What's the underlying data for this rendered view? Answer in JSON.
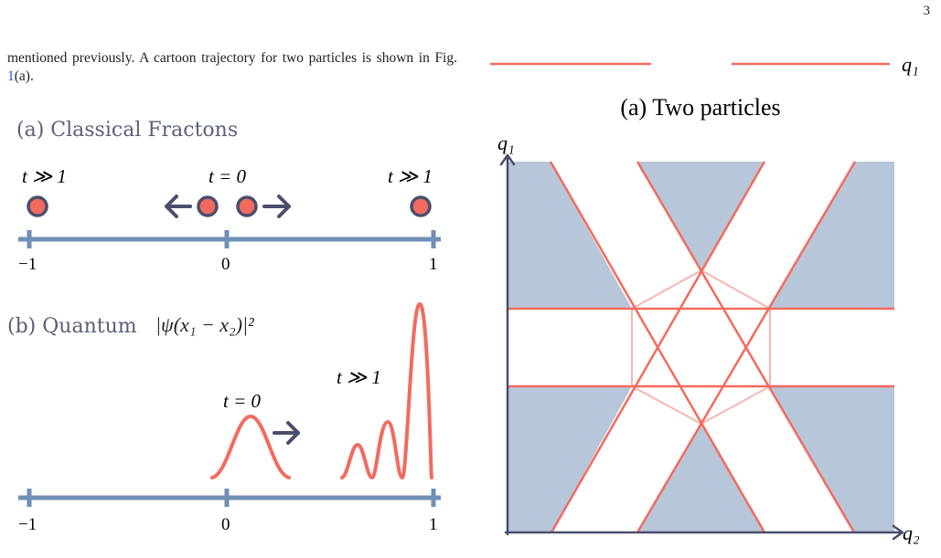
{
  "page_number": "3",
  "body_text": {
    "before_ref": "mentioned previously. A cartoon trajectory for two particles is shown in Fig. ",
    "ref": "1",
    "after_ref": "(a)."
  },
  "left_figure": {
    "panel_a_title": "(a) Classical Fractons",
    "panel_b_title": "(b) Quantum",
    "panel_b_formula": "|ψ(x₁ − x₂)|²",
    "time_labels": {
      "large_t": "t ≫ 1",
      "zero_t": "t = 0"
    },
    "axis_ticks": [
      "−1",
      "0",
      "1"
    ]
  },
  "right_figure": {
    "top_axis_label": "q₁",
    "caption": "(a) Two particles",
    "y_axis_label": "q₁",
    "x_axis_label": "q₂"
  },
  "colors": {
    "salmon": "#f26b5e",
    "steel_blue": "#6f8fb4",
    "navy": "#4a4e6e",
    "shade": "#b7c6d8",
    "link": "#2a4fd6"
  }
}
